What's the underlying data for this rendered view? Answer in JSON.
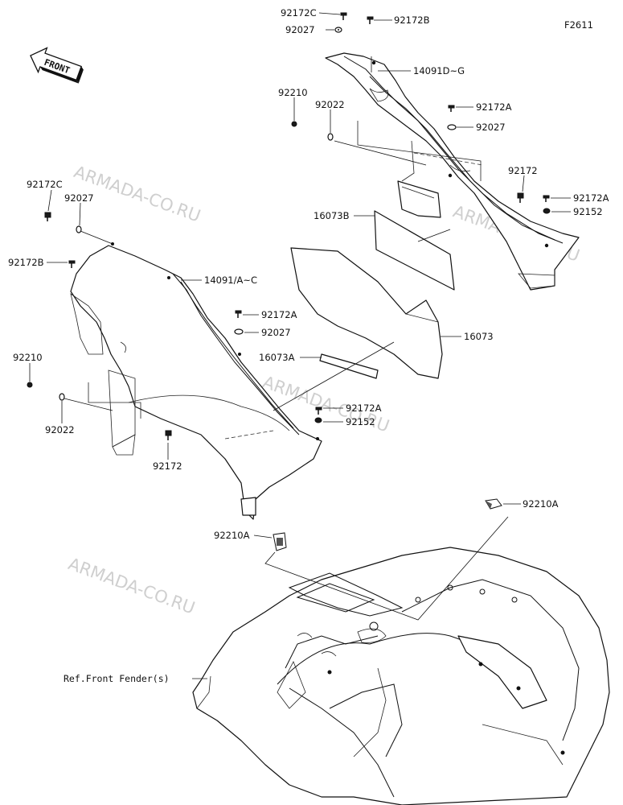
{
  "figure_code": "F2611",
  "front_label": "FRONT",
  "watermark": "ARMADA-CO.RU",
  "labels": {
    "p92172C_a": "92172C",
    "p92172B_a": "92172B",
    "p92027_a": "92027",
    "p14091DG": "14091D~G",
    "p92210_a": "92210",
    "p92022_a": "92022",
    "p92172A_a": "92172A",
    "p92027_b": "92027",
    "p92172_a": "92172",
    "p92172A_b": "92172A",
    "p92152_a": "92152",
    "p16073B": "16073B",
    "p92172C_b": "92172C",
    "p92027_c": "92027",
    "p92172B_b": "92172B",
    "p14091AC": "14091/A~C",
    "p92172A_c": "92172A",
    "p92027_d": "92027",
    "p16073": "16073",
    "p16073A": "16073A",
    "p92210_b": "92210",
    "p92022_b": "92022",
    "p92172A_d": "92172A",
    "p92152_b": "92152",
    "p92172_b": "92172",
    "p92210A_a": "92210A",
    "p92210A_b": "92210A",
    "ref_front_fender": "Ref.Front Fender(s)"
  }
}
